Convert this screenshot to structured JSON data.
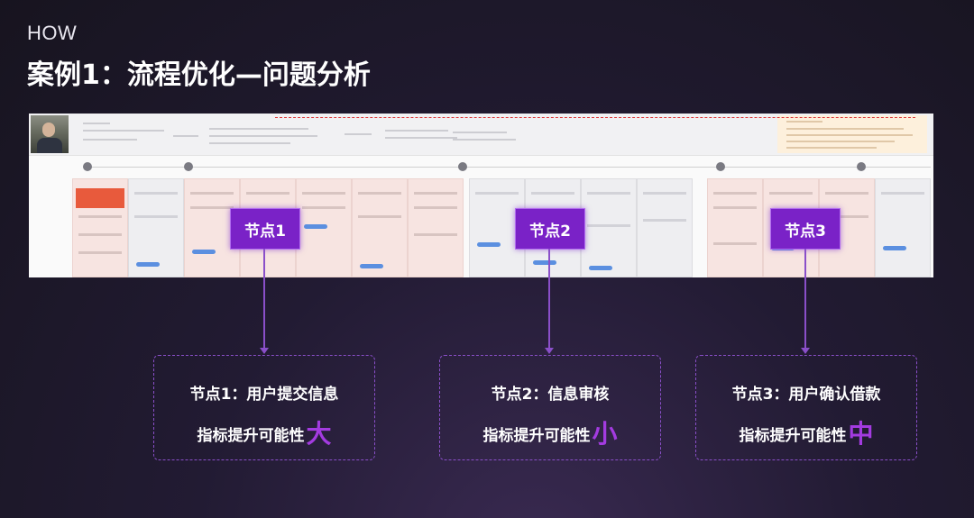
{
  "kicker": "HOW",
  "title": "案例1：流程优化—问题分析",
  "colors": {
    "accent": "#7a22c7",
    "highlight": "#a33be0",
    "background": "#1f1a2c"
  },
  "nodes": [
    {
      "label": "节点1",
      "desc": "节点1：用户提交信息",
      "metric": "指标提升可能性",
      "level": "大"
    },
    {
      "label": "节点2",
      "desc": "节点2：信息审核",
      "metric": "指标提升可能性",
      "level": "小"
    },
    {
      "label": "节点3",
      "desc": "节点3：用户确认借款",
      "metric": "指标提升可能性",
      "level": "中"
    }
  ]
}
